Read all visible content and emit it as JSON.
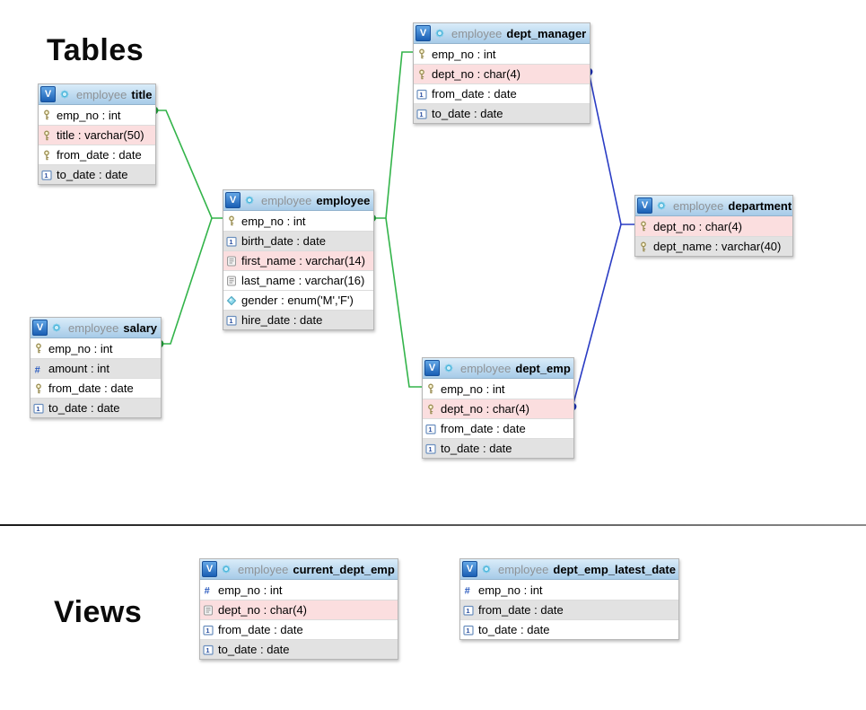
{
  "page": {
    "tables_heading": "Tables",
    "views_heading": "Views"
  },
  "icons": {
    "v_label": "V",
    "gear": "table-options-gear",
    "key": "primary-key",
    "date": "date-type",
    "text": "text-type",
    "enum": "enum-type",
    "hash": "numeric-type"
  },
  "colors": {
    "relation_green": "#33b44a",
    "relation_blue": "#2a3cc4",
    "row_pink": "#fbdedf",
    "row_gray": "#e2e2e2",
    "header_blue": "#a7cbe8"
  },
  "tables": [
    {
      "schema": "employee",
      "name": "title",
      "columns": [
        {
          "label": "emp_no : int",
          "icon": "key",
          "bg": "white"
        },
        {
          "label": "title : varchar(50)",
          "icon": "key",
          "bg": "pink"
        },
        {
          "label": "from_date : date",
          "icon": "key",
          "bg": "white"
        },
        {
          "label": "to_date : date",
          "icon": "date",
          "bg": "gray"
        }
      ]
    },
    {
      "schema": "employee",
      "name": "employee",
      "columns": [
        {
          "label": "emp_no : int",
          "icon": "key",
          "bg": "white"
        },
        {
          "label": "birth_date : date",
          "icon": "date",
          "bg": "gray"
        },
        {
          "label": "first_name : varchar(14)",
          "icon": "text",
          "bg": "pink"
        },
        {
          "label": "last_name : varchar(16)",
          "icon": "text",
          "bg": "white"
        },
        {
          "label": "gender : enum('M','F')",
          "icon": "enum",
          "bg": "white"
        },
        {
          "label": "hire_date : date",
          "icon": "date",
          "bg": "gray"
        }
      ]
    },
    {
      "schema": "employee",
      "name": "salary",
      "columns": [
        {
          "label": "emp_no : int",
          "icon": "key",
          "bg": "white"
        },
        {
          "label": "amount : int",
          "icon": "hash",
          "bg": "gray"
        },
        {
          "label": "from_date : date",
          "icon": "key",
          "bg": "white"
        },
        {
          "label": "to_date : date",
          "icon": "date",
          "bg": "gray"
        }
      ]
    },
    {
      "schema": "employee",
      "name": "dept_manager",
      "columns": [
        {
          "label": "emp_no : int",
          "icon": "key",
          "bg": "white"
        },
        {
          "label": "dept_no : char(4)",
          "icon": "key",
          "bg": "pink"
        },
        {
          "label": "from_date : date",
          "icon": "date",
          "bg": "white"
        },
        {
          "label": "to_date : date",
          "icon": "date",
          "bg": "gray"
        }
      ]
    },
    {
      "schema": "employee",
      "name": "department",
      "columns": [
        {
          "label": "dept_no : char(4)",
          "icon": "key",
          "bg": "pink"
        },
        {
          "label": "dept_name : varchar(40)",
          "icon": "key",
          "bg": "gray"
        }
      ]
    },
    {
      "schema": "employee",
      "name": "dept_emp",
      "columns": [
        {
          "label": "emp_no : int",
          "icon": "key",
          "bg": "white"
        },
        {
          "label": "dept_no : char(4)",
          "icon": "key",
          "bg": "pink"
        },
        {
          "label": "from_date : date",
          "icon": "date",
          "bg": "white"
        },
        {
          "label": "to_date : date",
          "icon": "date",
          "bg": "gray"
        }
      ]
    }
  ],
  "views": [
    {
      "schema": "employee",
      "name": "current_dept_emp",
      "columns": [
        {
          "label": "emp_no : int",
          "icon": "hash",
          "bg": "white"
        },
        {
          "label": "dept_no : char(4)",
          "icon": "text",
          "bg": "pink"
        },
        {
          "label": "from_date : date",
          "icon": "date",
          "bg": "white"
        },
        {
          "label": "to_date : date",
          "icon": "date",
          "bg": "gray"
        }
      ]
    },
    {
      "schema": "employee",
      "name": "dept_emp_latest_date",
      "columns": [
        {
          "label": "emp_no : int",
          "icon": "hash",
          "bg": "white"
        },
        {
          "label": "from_date : date",
          "icon": "date",
          "bg": "gray"
        },
        {
          "label": "to_date : date",
          "icon": "date",
          "bg": "white"
        }
      ]
    }
  ],
  "relations": [
    {
      "from": "title.emp_no",
      "to": "employee.emp_no",
      "color": "green"
    },
    {
      "from": "salary.emp_no",
      "to": "employee.emp_no",
      "color": "green"
    },
    {
      "from": "dept_manager.emp_no",
      "to": "employee.emp_no",
      "color": "green"
    },
    {
      "from": "dept_emp.emp_no",
      "to": "employee.emp_no",
      "color": "green"
    },
    {
      "from": "dept_manager.dept_no",
      "to": "department.dept_no",
      "color": "blue"
    },
    {
      "from": "dept_emp.dept_no",
      "to": "department.dept_no",
      "color": "blue"
    }
  ]
}
